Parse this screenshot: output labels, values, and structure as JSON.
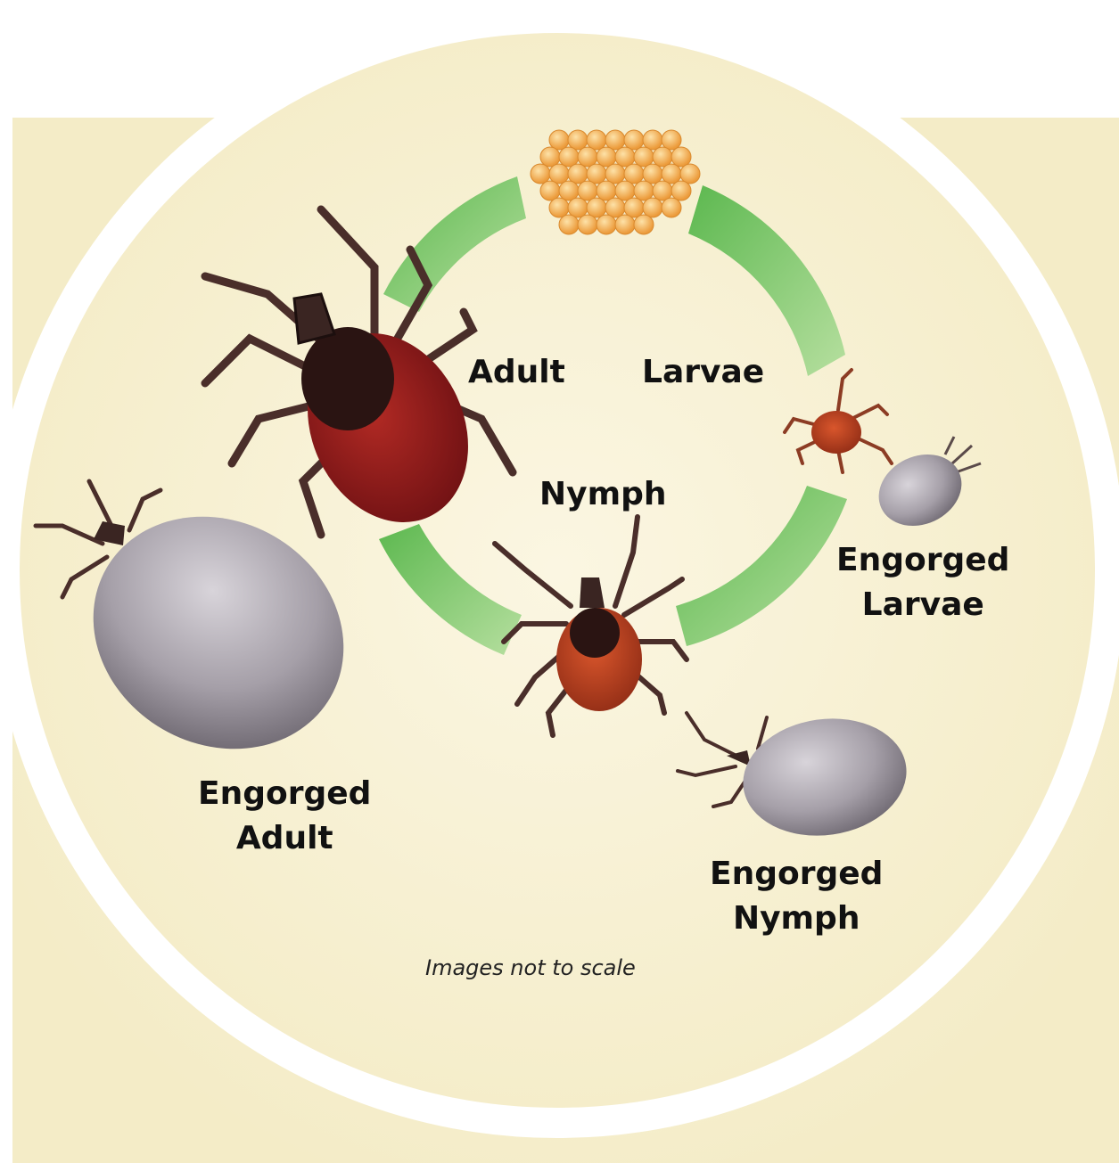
{
  "labels": {
    "adult": "Adult",
    "larvae": "Larvae",
    "nymph": "Nymph",
    "engorged_larvae": [
      "Engorged",
      "Larvae"
    ],
    "engorged_adult": [
      "Engorged",
      "Adult"
    ],
    "engorged_nymph": [
      "Engorged",
      "Nymph"
    ]
  },
  "note": "Images not to scale",
  "colors": {
    "background": "#f9f3d8",
    "circle_border": "#ffffff",
    "arrow_green": "#6cbf5f",
    "egg": "#f6b25a",
    "tick_body_red": "#8c1a1a",
    "tick_shield": "#2a1412",
    "engorged_gray": "#a9a3ad",
    "legs": "#4a2e2a"
  },
  "icons": {
    "eggs": "egg-cluster-icon",
    "larva": "larva-tick-icon",
    "nymph": "nymph-tick-icon",
    "adult": "adult-tick-icon",
    "engorged": "engorged-tick-icon"
  }
}
